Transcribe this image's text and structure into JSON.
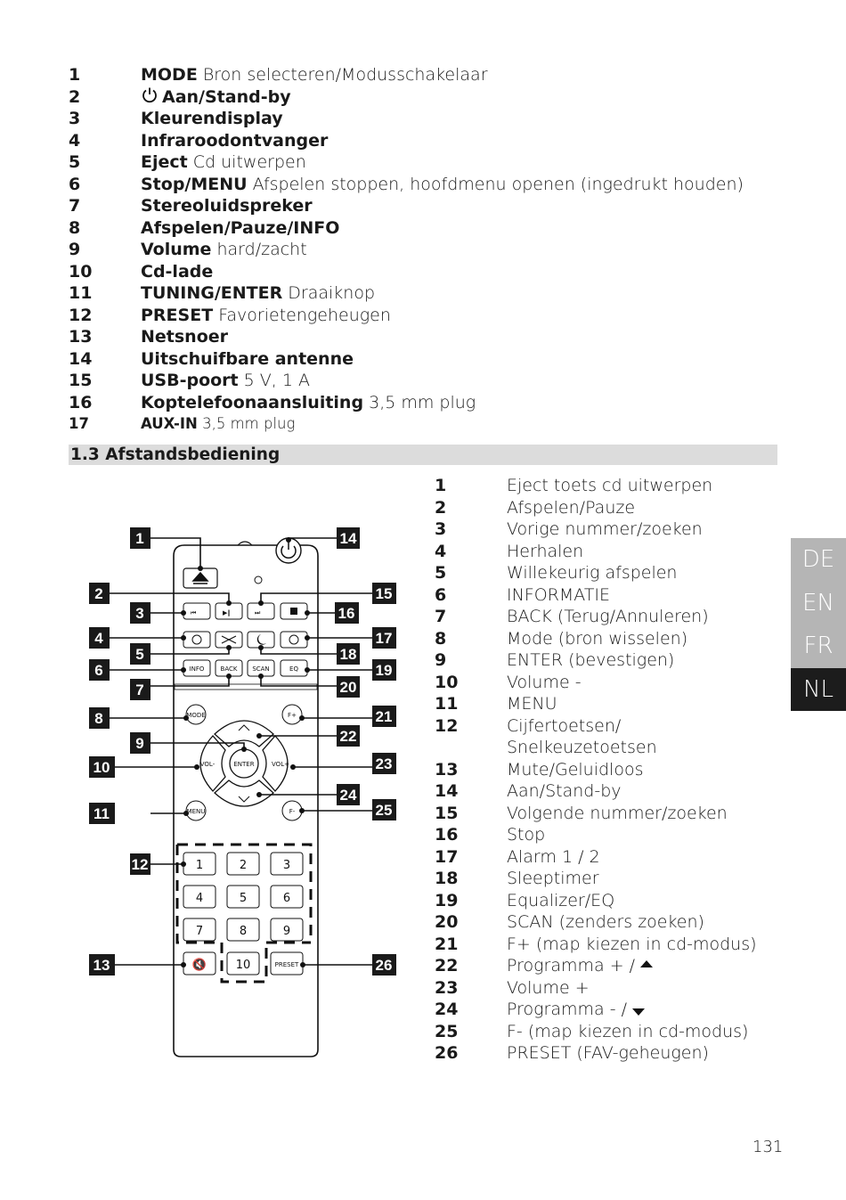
{
  "top_list": [
    {
      "num": "1",
      "bold": "MODE",
      "rest": " Bron selecteren/Modusschakelaar"
    },
    {
      "num": "2",
      "bold": "Aan/Stand-by",
      "rest": "",
      "power_icon": true
    },
    {
      "num": "3",
      "bold": "Kleurendisplay",
      "rest": ""
    },
    {
      "num": "4",
      "bold": "Infraroodontvanger",
      "rest": ""
    },
    {
      "num": "5",
      "bold": "Eject",
      "rest": " Cd uitwerpen"
    },
    {
      "num": "6",
      "bold": "Stop/MENU",
      "rest": " Afspelen stoppen, hoofdmenu openen (ingedrukt houden)"
    },
    {
      "num": "7",
      "bold": "Stereoluidspreker",
      "rest": ""
    },
    {
      "num": "8",
      "bold": "Afspelen/Pauze/INFO",
      "rest": ""
    },
    {
      "num": "9",
      "bold": "Volume",
      "rest": " hard/zacht"
    },
    {
      "num": "10",
      "bold": "Cd-lade",
      "rest": ""
    },
    {
      "num": "11",
      "bold": "TUNING/ENTER",
      "rest": " Draaiknop"
    },
    {
      "num": "12",
      "bold": "PRESET",
      "rest": " Favorietengeheugen"
    },
    {
      "num": "13",
      "bold": "Netsnoer",
      "rest": ""
    },
    {
      "num": "14",
      "bold": "Uitschuifbare antenne",
      "rest": ""
    },
    {
      "num": "15",
      "bold": "USB-poort",
      "rest": " 5 V, 1 A"
    },
    {
      "num": "16",
      "bold": "Koptelefoonaansluiting",
      "rest": " 3,5 mm plug"
    },
    {
      "num": "17",
      "bold": "AUX-IN",
      "rest": " 3,5 mm plug"
    }
  ],
  "section_title": "1.3 Afstandsbediening",
  "remote_list": [
    {
      "num": "1",
      "text": "Eject toets cd uitwerpen"
    },
    {
      "num": "2",
      "text": "Afspelen/Pauze"
    },
    {
      "num": "3",
      "text": "Vorige nummer/zoeken"
    },
    {
      "num": "4",
      "text": "Herhalen"
    },
    {
      "num": "5",
      "text": "Willekeurig afspelen"
    },
    {
      "num": "6",
      "text": "INFORMATIE"
    },
    {
      "num": "7",
      "text": "BACK (Terug/Annuleren)"
    },
    {
      "num": "8",
      "text": "Mode (bron wisselen)"
    },
    {
      "num": "9",
      "text": "ENTER (bevestigen)"
    },
    {
      "num": "10",
      "text": "Volume -"
    },
    {
      "num": "11",
      "text": "MENU"
    },
    {
      "num": "12",
      "text": "Cijfertoetsen/ Snelkeuzetoetsen",
      "line1": "Cijfertoetsen/",
      "line2": "Snelkeuzetoetsen"
    },
    {
      "num": "13",
      "text": "Mute/Geluidloos"
    },
    {
      "num": "14",
      "text": "Aan/Stand-by"
    },
    {
      "num": "15",
      "text": "Volgende nummer/zoeken"
    },
    {
      "num": "16",
      "text": "Stop"
    },
    {
      "num": "17",
      "text": "Alarm 1 / 2"
    },
    {
      "num": "18",
      "text": "Sleeptimer"
    },
    {
      "num": "19",
      "text": "Equalizer/EQ"
    },
    {
      "num": "20",
      "text": "SCAN (zenders zoeken)"
    },
    {
      "num": "21",
      "text": "F+ (map kiezen in cd-modus)"
    },
    {
      "num": "22",
      "text": "Programma + /",
      "icon": "arrow-up"
    },
    {
      "num": "23",
      "text": "Volume +"
    },
    {
      "num": "24",
      "text": "Programma - /",
      "icon": "arrow-down"
    },
    {
      "num": "25",
      "text": "F- (map kiezen in cd-modus)"
    },
    {
      "num": "26",
      "text": "PRESET (FAV-geheugen)"
    }
  ],
  "remote_buttons": {
    "info": "INFO",
    "back": "BACK",
    "scan": "SCAN",
    "eq": "EQ",
    "mode": "MODE",
    "fplus": "F+",
    "fminus": "F-",
    "volminus": "VOL-",
    "volplus": "VOL+",
    "enter": "ENTER",
    "menu": "MENU",
    "preset": "PRESET",
    "k1": "1",
    "k2": "2",
    "k3": "3",
    "k4": "4",
    "k5": "5",
    "k6": "6",
    "k7": "7",
    "k8": "8",
    "k9": "9",
    "k10": "10"
  },
  "callouts": {
    "c1": "1",
    "c2": "2",
    "c3": "3",
    "c4": "4",
    "c5": "5",
    "c6": "6",
    "c7": "7",
    "c8": "8",
    "c9": "9",
    "c10": "10",
    "c11": "11",
    "c12": "12",
    "c13": "13",
    "c14": "14",
    "c15": "15",
    "c16": "16",
    "c17": "17",
    "c18": "18",
    "c19": "19",
    "c20": "20",
    "c21": "21",
    "c22": "22",
    "c23": "23",
    "c24": "24",
    "c25": "25",
    "c26": "26"
  },
  "languages": [
    {
      "code": "DE",
      "active": false
    },
    {
      "code": "EN",
      "active": false
    },
    {
      "code": "FR",
      "active": false
    },
    {
      "code": "NL",
      "active": true
    }
  ],
  "page_number": "131"
}
